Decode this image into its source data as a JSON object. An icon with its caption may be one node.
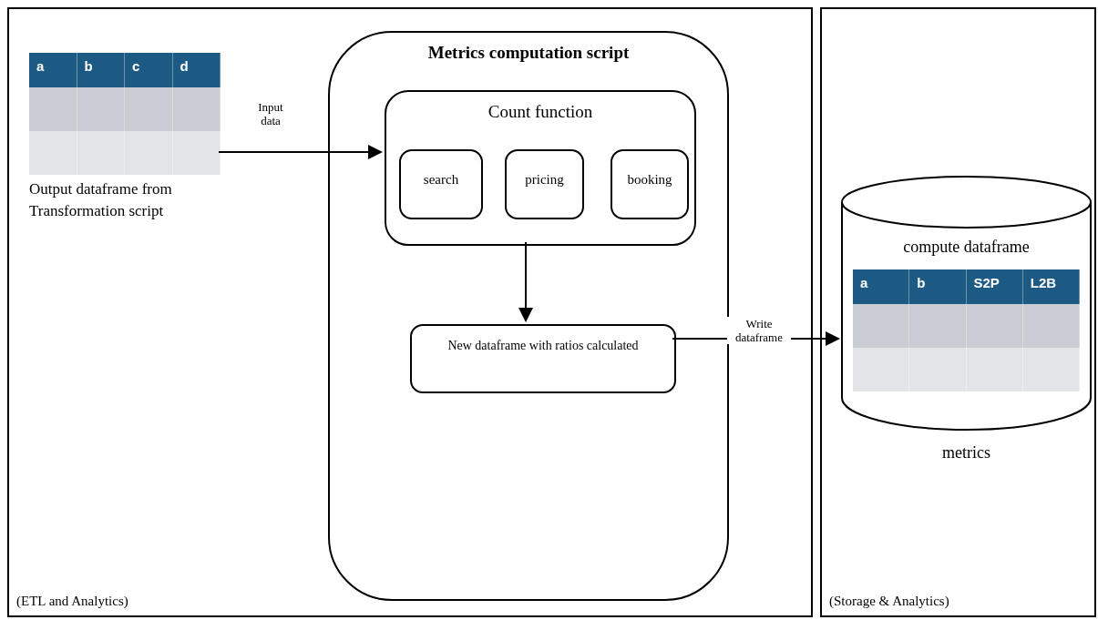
{
  "diagram": {
    "nodes": [
      {
        "text": [
          "(ETL and Analytics)"
        ]
      },
      {
        "text": [
          "(Storage & Analytics)"
        ]
      },
      {
        "text": [
          "Output dataframe from Transformation script"
        ],
        "in": 0
      },
      {
        "text": [
          "Metrics computation script"
        ],
        "in": 0
      },
      {
        "text": [
          "Count function"
        ],
        "in": 3
      },
      {
        "text": [
          "search"
        ],
        "in": 4
      },
      {
        "text": [
          "pricing"
        ],
        "in": 4
      },
      {
        "text": [
          "booking"
        ],
        "in": 4
      },
      {
        "text": [
          "New dataframe with ratios calculated"
        ],
        "in": 3
      },
      {
        "text": [
          "compute dataframe"
        ],
        "beside": [
          "metrics"
        ],
        "in": 1
      }
    ],
    "edges": [
      {
        "from": 2,
        "to": 4,
        "arrow": "to",
        "label": "Input data"
      },
      {
        "from": 4,
        "to": 8,
        "arrow": "to"
      },
      {
        "from": 8,
        "to": 9,
        "arrow": "to",
        "label": "Write dataframe"
      }
    ],
    "labels": [
      "a",
      "b",
      "c",
      "d",
      "a",
      "b",
      "S2P",
      "L2B"
    ]
  }
}
